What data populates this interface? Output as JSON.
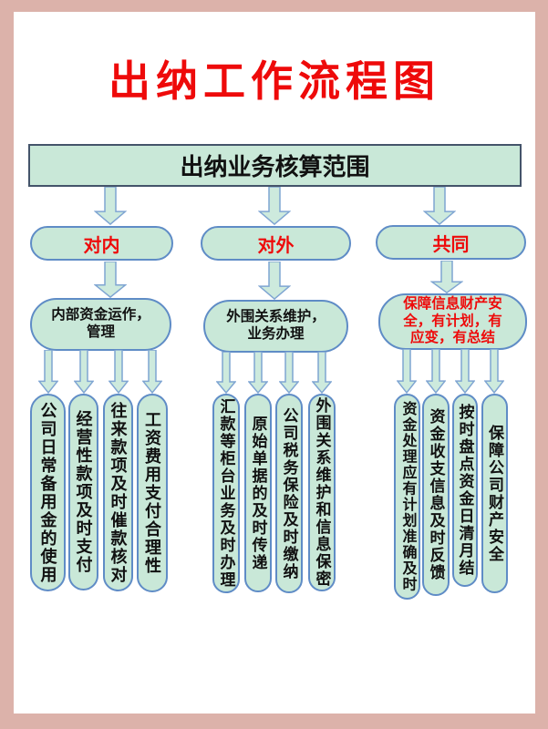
{
  "page": {
    "title": "出纳工作流程图"
  },
  "colors": {
    "frame": "#dcb2aa",
    "shape_fill": "#c9e8d8",
    "shape_border": "#5f8cc6",
    "root_box_border": "#44546a",
    "accent_red": "#ee0a0a",
    "text": "#111111"
  },
  "root": {
    "label": "出纳业务核算范围"
  },
  "branches": [
    {
      "pill": "对内",
      "summary_lines": [
        "内部资金运作，",
        "管理"
      ],
      "items": [
        "公司日常备用金的使用",
        "经营性款项及时支付",
        "往来款项及时催款核对",
        "工资费用支付合理性"
      ]
    },
    {
      "pill": "对外",
      "summary_lines": [
        "外围关系维护，",
        "业务办理"
      ],
      "items": [
        "汇款等柜台业务及时办理",
        "原始单据的及时传递",
        "公司税务保险及时缴纳",
        "外围关系维护和信息保密"
      ]
    },
    {
      "pill": "共同",
      "summary_lines": [
        "保障信息财产安",
        "全，有计划，有",
        "应变，有总结"
      ],
      "items": [
        "资金处理应有计划准确及时",
        "资金收支信息及时反馈",
        "按时盘点资金日清月结",
        "保障公司财产安全"
      ]
    }
  ]
}
